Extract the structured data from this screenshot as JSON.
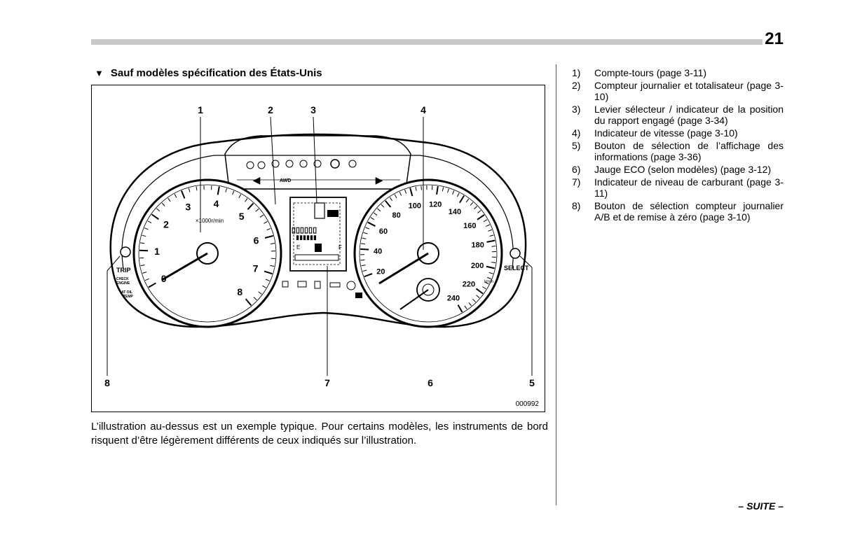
{
  "page": {
    "number": "21",
    "continued": "– SUITE –"
  },
  "heading": {
    "marker": "▼",
    "text": "Sauf modèles spécification des États-Unis"
  },
  "figure": {
    "callouts": [
      "1",
      "2",
      "3",
      "4",
      "8",
      "7",
      "6",
      "5"
    ],
    "code": "000992",
    "tach": {
      "numerals": [
        "0",
        "1",
        "2",
        "3",
        "4",
        "5",
        "6",
        "7",
        "8"
      ],
      "unit": "×1000r/min"
    },
    "speedo": {
      "numerals": [
        "20",
        "40",
        "60",
        "80",
        "100",
        "120",
        "140",
        "160",
        "180",
        "200",
        "220",
        "240"
      ],
      "unit": "km/h"
    },
    "buttons": {
      "trip": "TRIP",
      "select": "SELECT"
    },
    "warnings": {
      "check_engine_line1": "CHECK",
      "check_engine_line2": "ENGINE",
      "at_oil_line1": "AT OIL",
      "at_oil_line2": "TEMP",
      "awd": "AWD"
    },
    "fuel": {
      "empty": "E",
      "full": "F"
    }
  },
  "caption": "L’illustration au-dessus est un exemple typique. Pour certains modèles, les instruments de bord risquent d’être légèrement différents de ceux indiqués sur l’illustration.",
  "references": [
    {
      "num": "1)",
      "text": "Compte-tours (page 3-11)"
    },
    {
      "num": "2)",
      "text": "Compteur journalier et totalisateur (page 3-10)"
    },
    {
      "num": "3)",
      "text": "Levier sélecteur / indicateur de la position du rapport engagé (page 3-34)"
    },
    {
      "num": "4)",
      "text": "Indicateur de vitesse (page 3-10)"
    },
    {
      "num": "5)",
      "text": "Bouton de sélection de l’affichage des informations (page 3-36)"
    },
    {
      "num": "6)",
      "text": "Jauge ECO (selon modèles) (page 3-12)"
    },
    {
      "num": "7)",
      "text": "Indicateur de niveau de carburant (page 3-11)"
    },
    {
      "num": "8)",
      "text": "Bouton de sélection compteur journalier A/B et de remise à zéro (page 3-10)"
    }
  ]
}
